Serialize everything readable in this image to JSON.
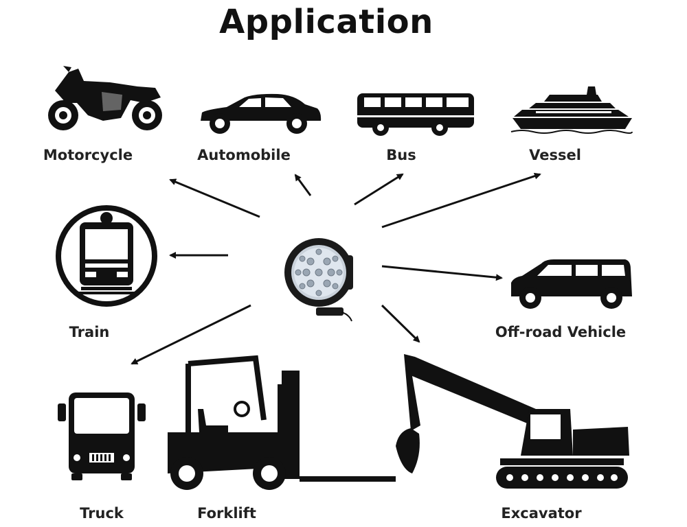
{
  "title": "Application",
  "center_icon": "led-work-light-icon",
  "colors": {
    "ink": "#111111",
    "background": "#ffffff",
    "lamp_body": "#1a1a1a",
    "lamp_led": "#dfe6ee"
  },
  "applications": [
    {
      "id": "motorcycle",
      "label": "Motorcycle",
      "icon": "motorcycle-icon"
    },
    {
      "id": "automobile",
      "label": "Automobile",
      "icon": "car-icon"
    },
    {
      "id": "bus",
      "label": "Bus",
      "icon": "bus-icon"
    },
    {
      "id": "vessel",
      "label": "Vessel",
      "icon": "ship-icon"
    },
    {
      "id": "train",
      "label": "Train",
      "icon": "train-icon"
    },
    {
      "id": "offroad",
      "label": "Off-road Vehicle",
      "icon": "suv-icon"
    },
    {
      "id": "truck",
      "label": "Truck",
      "icon": "truck-icon"
    },
    {
      "id": "forklift",
      "label": "Forklift",
      "icon": "forklift-icon"
    },
    {
      "id": "excavator",
      "label": "Excavator",
      "icon": "excavator-icon"
    }
  ]
}
